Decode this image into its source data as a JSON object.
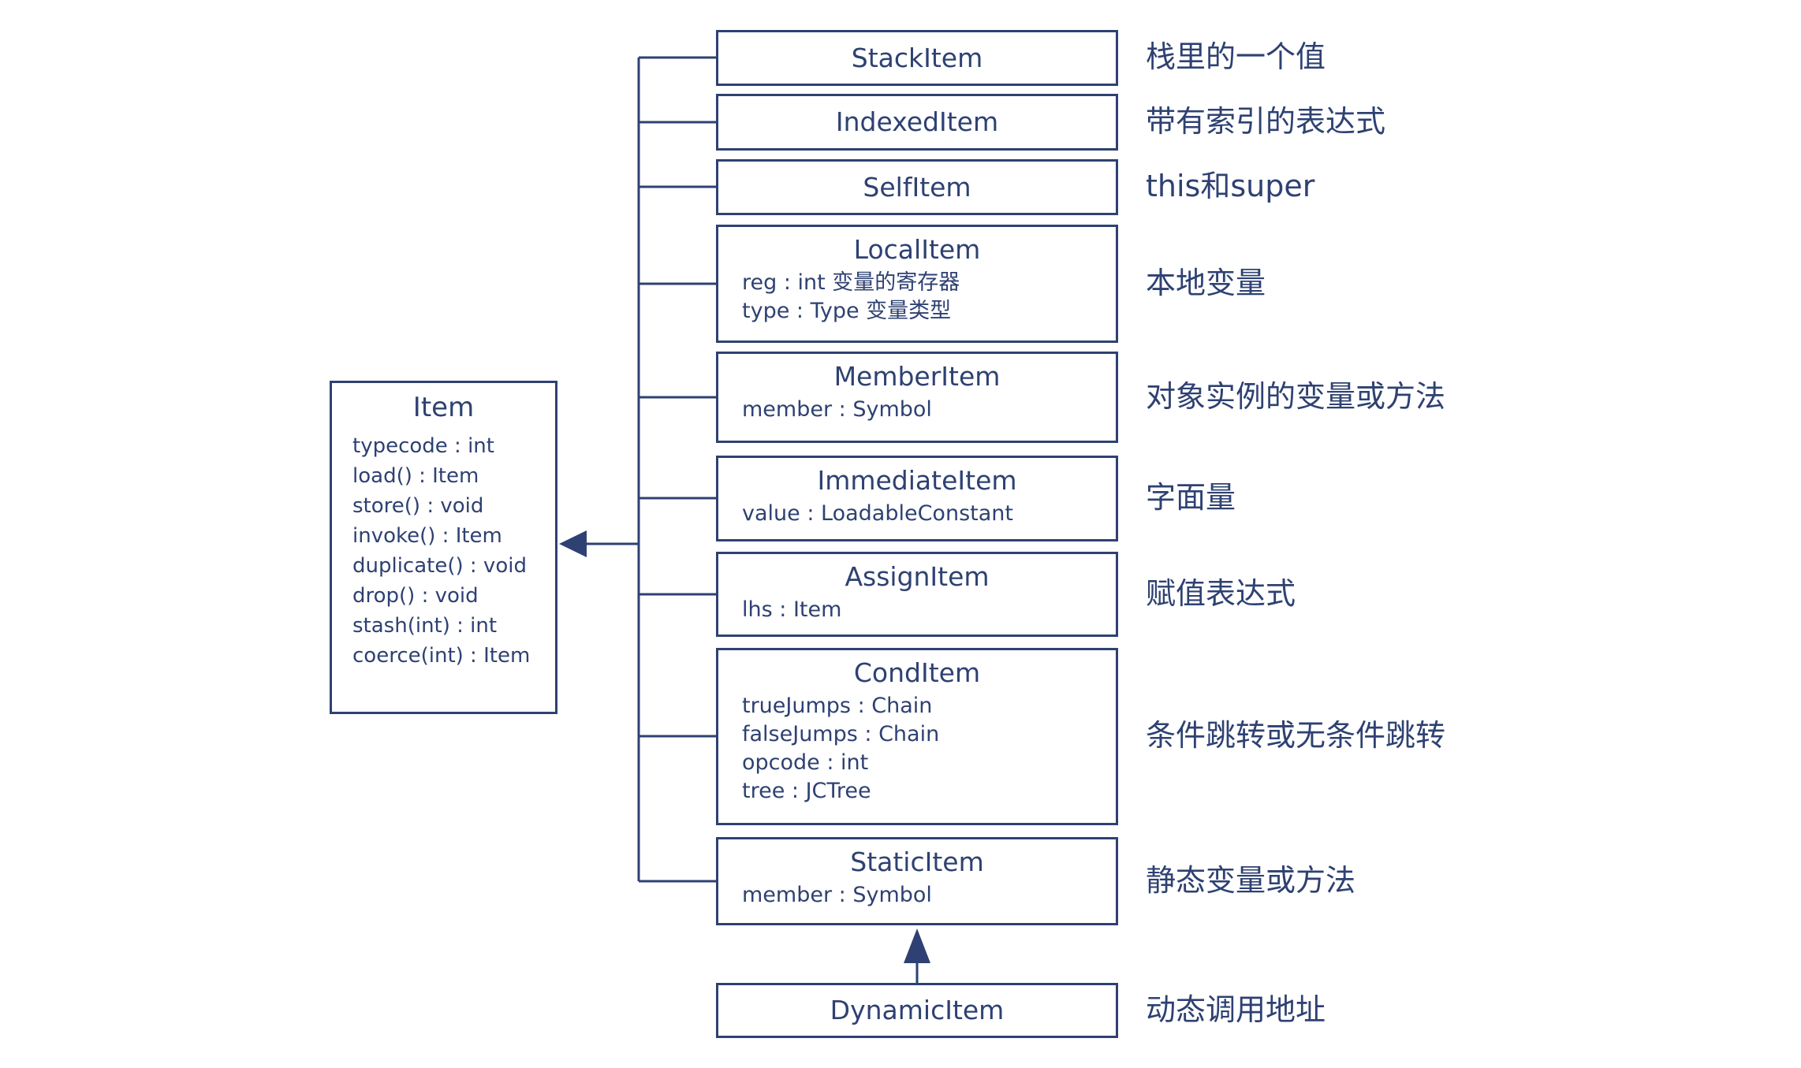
{
  "diagram": {
    "colors": {
      "ink": "#2e4172",
      "background": "#ffffff"
    },
    "base_class": {
      "name": "Item",
      "members": [
        "typecode : int",
        "load() : Item",
        "store() : void",
        "invoke() : Item",
        "duplicate() : void",
        "drop() : void",
        "stash(int) : int",
        "coerce(int) : Item"
      ]
    },
    "subclasses": [
      {
        "name": "StackItem",
        "members": [],
        "annotation": "栈里的一个值"
      },
      {
        "name": "IndexedItem",
        "members": [],
        "annotation": "带有索引的表达式"
      },
      {
        "name": "SelfItem",
        "members": [],
        "annotation": "this和super"
      },
      {
        "name": "LocalItem",
        "members": [
          "reg : int 变量的寄存器",
          "type : Type 变量类型"
        ],
        "annotation": "本地变量"
      },
      {
        "name": "MemberItem",
        "members": [
          "member : Symbol"
        ],
        "annotation": "对象实例的变量或方法"
      },
      {
        "name": "ImmediateItem",
        "members": [
          "value : LoadableConstant"
        ],
        "annotation": "字面量"
      },
      {
        "name": "AssignItem",
        "members": [
          "lhs : Item"
        ],
        "annotation": "赋值表达式"
      },
      {
        "name": "CondItem",
        "members": [
          "trueJumps : Chain",
          "falseJumps : Chain",
          "opcode : int",
          "tree : JCTree"
        ],
        "annotation": "条件跳转或无条件跳转"
      },
      {
        "name": "StaticItem",
        "members": [
          "member : Symbol"
        ],
        "annotation": "静态变量或方法"
      },
      {
        "name": "DynamicItem",
        "members": [],
        "annotation": "动态调用地址",
        "parent": "StaticItem"
      }
    ]
  }
}
